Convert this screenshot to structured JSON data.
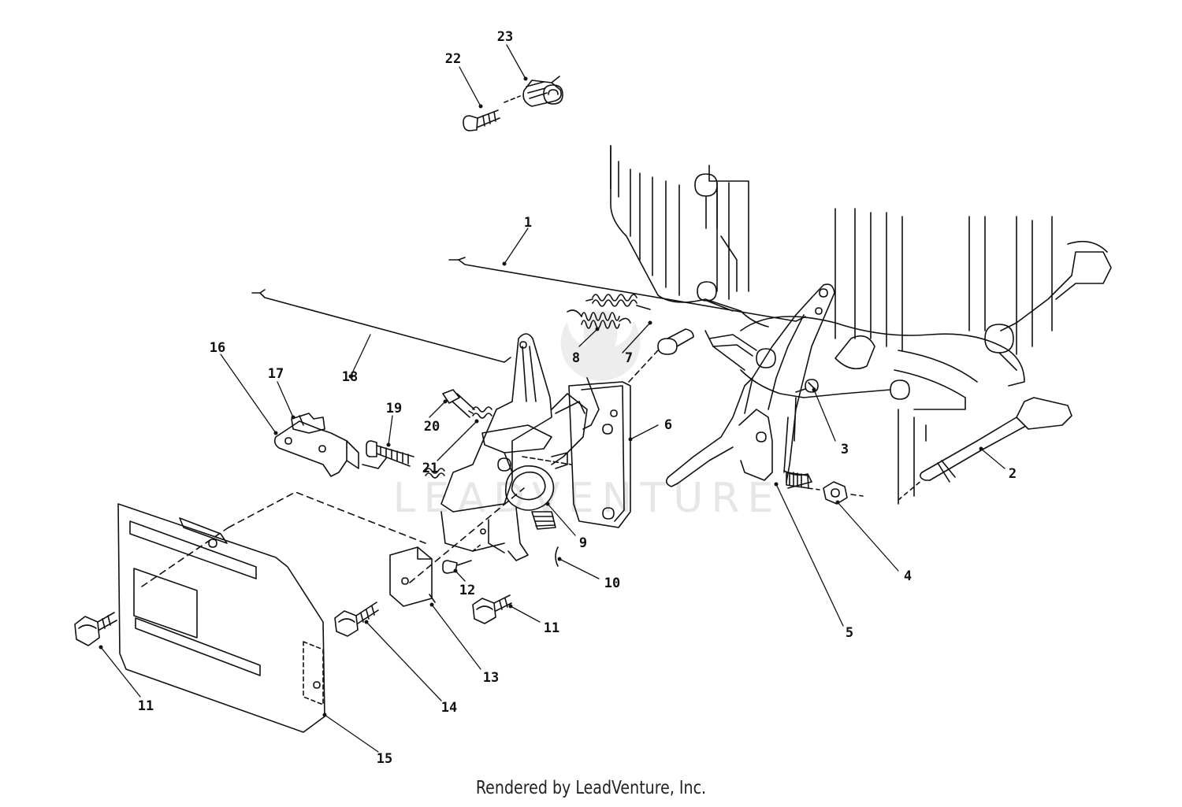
{
  "watermark": "LEADVENTURE",
  "footer": "Rendered by LeadVenture, Inc.",
  "callouts": [
    "1",
    "2",
    "3",
    "4",
    "5",
    "6",
    "7",
    "8",
    "9",
    "10",
    "11",
    "11",
    "12",
    "13",
    "14",
    "15",
    "16",
    "17",
    "18",
    "19",
    "20",
    "21",
    "22",
    "23"
  ]
}
